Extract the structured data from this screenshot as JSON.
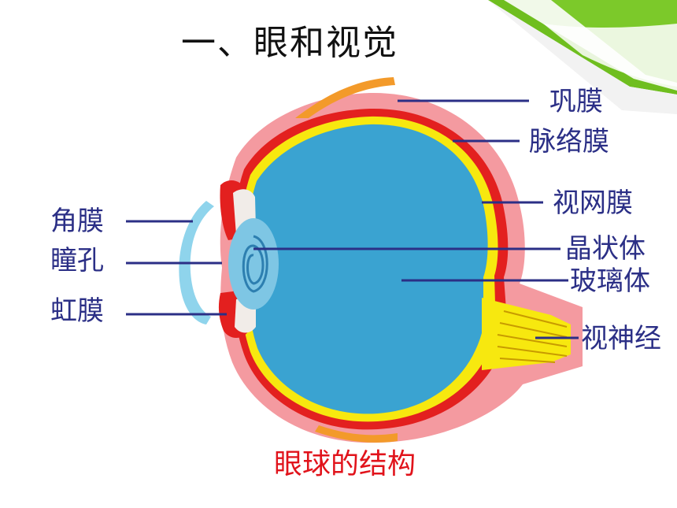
{
  "title": "一、眼和视觉",
  "labels": {
    "sclera": "巩膜",
    "choroid": "脉络膜",
    "retina": "视网膜",
    "lens": "晶状体",
    "vitreous": "玻璃体",
    "optic_nerve": "视神经",
    "cornea": "角膜",
    "pupil": "瞳孔",
    "iris": "虹膜"
  },
  "caption": "眼球的结构",
  "colors": {
    "label": "#2b2f86",
    "caption": "#e1131b",
    "sclera": "#f49aa0",
    "choroid": "#e3201f",
    "retina": "#f7e80f",
    "vitreous": "#3aa3d1",
    "cornea": "#8fd4ec",
    "corner_green": "#6fbe1f"
  }
}
